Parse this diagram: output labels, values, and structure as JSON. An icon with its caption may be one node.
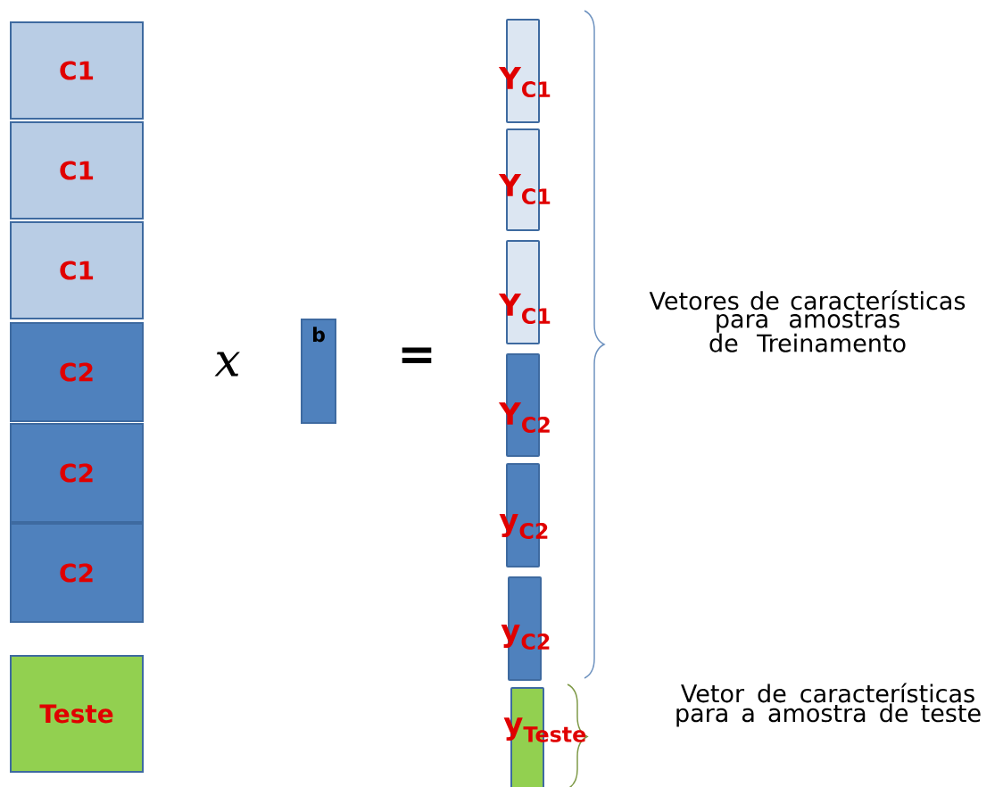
{
  "diagram": {
    "nodes": [
      {
        "text": [
          "C1"
        ]
      },
      {
        "text": [
          "C1"
        ]
      },
      {
        "text": [
          "C1"
        ]
      },
      {
        "text": [
          "C2"
        ]
      },
      {
        "text": [
          "C2"
        ]
      },
      {
        "text": [
          "C2"
        ]
      },
      {
        "text": [
          "Teste"
        ]
      },
      {
        "text": [
          "b"
        ]
      },
      {
        "text": [
          "Y$_{C1}$"
        ]
      },
      {
        "text": [
          "Y$_{C1}$"
        ]
      },
      {
        "text": [
          "Y$_{C1}$"
        ]
      },
      {
        "text": [
          "Y$_{C2}$"
        ]
      },
      {
        "text": [
          "y$_{C2}$"
        ]
      },
      {
        "text": [
          "y$_{C2}$"
        ]
      },
      {
        "text": [
          "y$_{Teste}$"
        ]
      }
    ],
    "labels": [
      "x",
      "=",
      "Vetores de características para amostras de Treinamento",
      "Vetor de características para a amostra de teste"
    ]
  }
}
